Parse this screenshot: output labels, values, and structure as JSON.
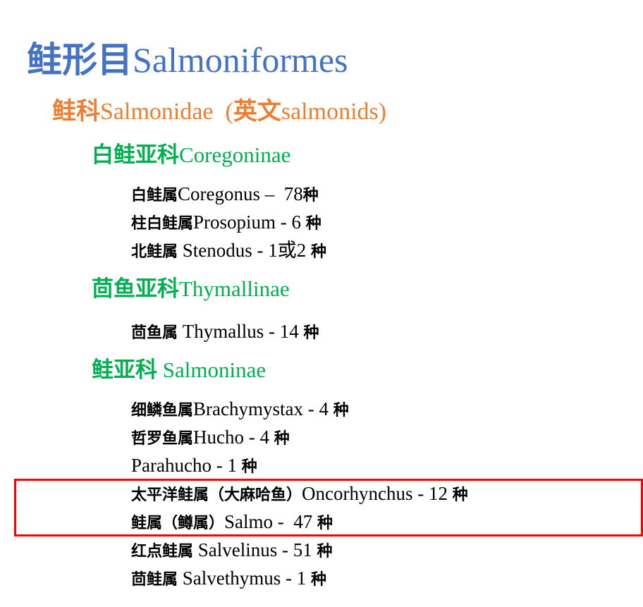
{
  "order": {
    "cn": "鲑形目",
    "en": "Salmoniformes"
  },
  "family": {
    "cn": "鲑科",
    "en": "Salmonidae",
    "note_open": "  (",
    "note_cn": "英文",
    "note_en": "salmonids)"
  },
  "subfamilies": [
    {
      "cn": "白鲑亚科",
      "en": "Coregoninae",
      "genera": [
        {
          "cn": "白鲑属",
          "text": "Coregonus –  78",
          "unit": "种"
        },
        {
          "cn": "柱白鲑属",
          "text": "Prosopium - 6 ",
          "unit": "种"
        },
        {
          "cn": "北鲑属",
          "text": " Stenodus - 1或2 ",
          "unit": "种"
        }
      ]
    },
    {
      "cn": "茴鱼亚科",
      "en": "Thymallinae",
      "genera": [
        {
          "cn": "茴鱼属",
          "text": " Thymallus - 14 ",
          "unit": "种"
        }
      ]
    },
    {
      "cn": "鲑亚科",
      "en": " Salmoninae",
      "genera": [
        {
          "cn": "细鳞鱼属",
          "text": "Brachymystax - 4 ",
          "unit": "种"
        },
        {
          "cn": "哲罗鱼属",
          "text": "Hucho - 4 ",
          "unit": "种"
        },
        {
          "cn": "",
          "text": "Parahucho - 1 ",
          "unit": "种"
        },
        {
          "cn": "太平洋鲑属（大麻哈鱼）",
          "text": "Oncorhynchus - 12 ",
          "unit": "种"
        },
        {
          "cn": "鲑属（鳟属）",
          "text": "Salmo -  47 ",
          "unit": "种"
        },
        {
          "cn": "红点鲑属",
          "text": " Salvelinus - 51 ",
          "unit": "种"
        },
        {
          "cn": "茴鲑属",
          "text": " Salvethymus - 1 ",
          "unit": "种"
        }
      ]
    }
  ],
  "highlight_color": "#ff0000"
}
